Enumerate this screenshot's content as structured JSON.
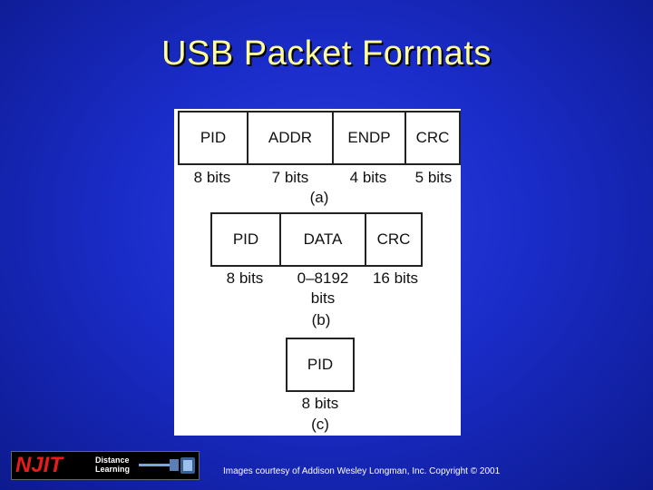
{
  "slide": {
    "title": "USB Packet Formats",
    "footer": "Images courtesy of Addison Wesley Longman, Inc. Copyright © 2001"
  },
  "logo": {
    "brand": "NJIT",
    "line1": "Distance",
    "line2": "Learning"
  },
  "diagram": {
    "a": {
      "fields": [
        "PID",
        "ADDR",
        "ENDP",
        "CRC"
      ],
      "sizes": [
        "8 bits",
        "7 bits",
        "4 bits",
        "5 bits"
      ],
      "caption": "(a)"
    },
    "b": {
      "fields": [
        "PID",
        "DATA",
        "CRC"
      ],
      "sizes": [
        "8 bits",
        "0–8192",
        "16 bits"
      ],
      "size_extra": "bits",
      "caption": "(b)"
    },
    "c": {
      "fields": [
        "PID"
      ],
      "sizes": [
        "8 bits"
      ],
      "caption": "(c)"
    }
  },
  "colors": {
    "title": "#ffff99",
    "background": "#1a2cc8",
    "logo_red": "#e51d1d"
  }
}
